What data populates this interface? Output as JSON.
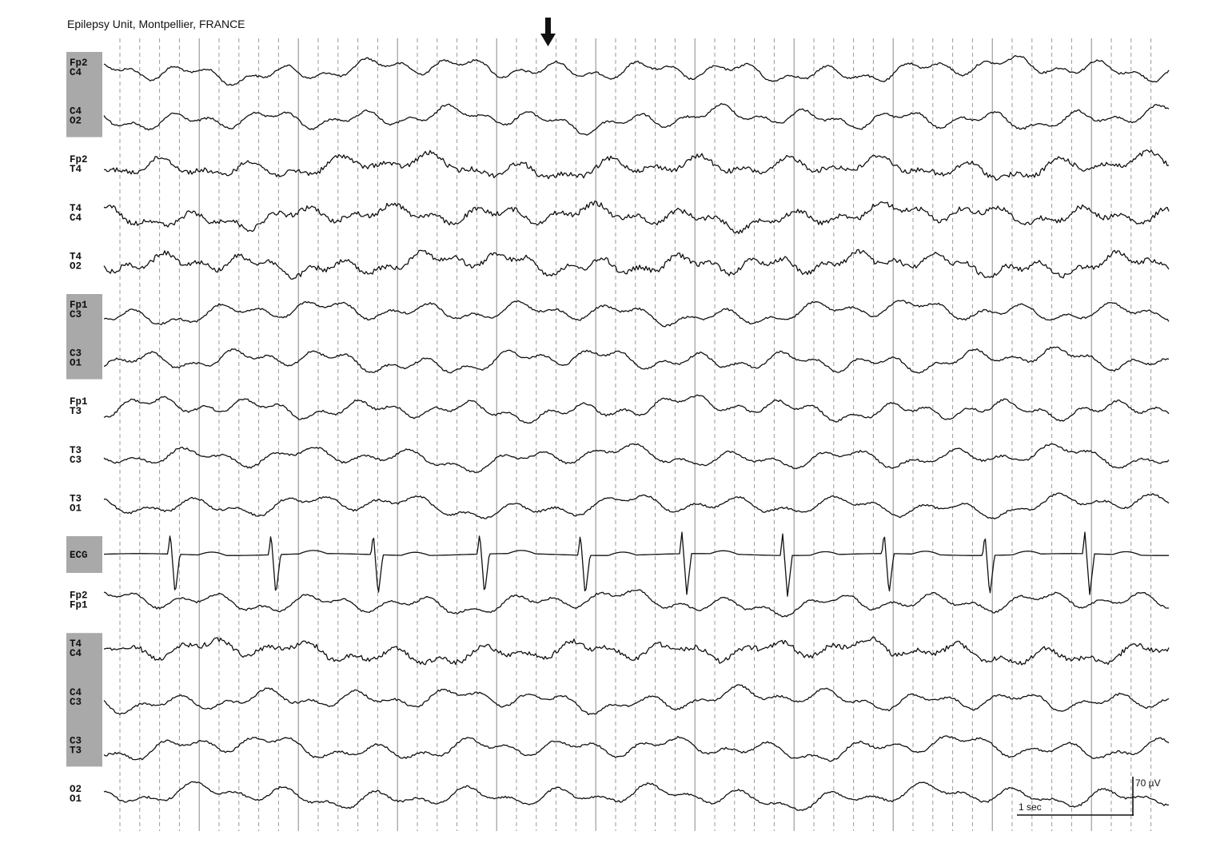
{
  "header": {
    "title": "Epilepsy Unit, Montpellier, FRANCE"
  },
  "colors": {
    "trace": "#111111",
    "label_shade": "#a9a9a9",
    "grid": "#9a9a9a",
    "background": "#ffffff"
  },
  "marker": {
    "icon": "down-arrow-icon"
  },
  "channels": [
    {
      "lines": [
        "Fp2",
        "C4"
      ],
      "shaded": true,
      "type": "eeg"
    },
    {
      "lines": [
        "C4",
        "O2"
      ],
      "shaded": true,
      "type": "eeg"
    },
    {
      "lines": [
        "Fp2",
        "T4"
      ],
      "shaded": false,
      "type": "eeg"
    },
    {
      "lines": [
        "T4",
        "C4"
      ],
      "shaded": false,
      "type": "eeg"
    },
    {
      "lines": [
        "T4",
        "O2"
      ],
      "shaded": false,
      "type": "eeg"
    },
    {
      "lines": [
        "Fp1",
        "C3"
      ],
      "shaded": true,
      "type": "eeg"
    },
    {
      "lines": [
        "C3",
        "O1"
      ],
      "shaded": true,
      "type": "eeg"
    },
    {
      "lines": [
        "Fp1",
        "T3"
      ],
      "shaded": false,
      "type": "eeg"
    },
    {
      "lines": [
        "T3",
        "C3"
      ],
      "shaded": false,
      "type": "eeg"
    },
    {
      "lines": [
        "T3",
        "O1"
      ],
      "shaded": false,
      "type": "eeg"
    },
    {
      "lines": [
        "ECG"
      ],
      "shaded": true,
      "type": "ecg"
    },
    {
      "lines": [
        "Fp2",
        "Fp1"
      ],
      "shaded": false,
      "type": "eeg"
    },
    {
      "lines": [
        "T4",
        "C4"
      ],
      "shaded": true,
      "type": "eeg"
    },
    {
      "lines": [
        "C4",
        "C3"
      ],
      "shaded": true,
      "type": "eeg"
    },
    {
      "lines": [
        "C3",
        "T3"
      ],
      "shaded": true,
      "type": "eeg"
    },
    {
      "lines": [
        "O2",
        "O1"
      ],
      "shaded": false,
      "type": "eeg"
    }
  ],
  "calibration": {
    "time_label": "1 sec",
    "amplitude_label": "70 µV"
  }
}
